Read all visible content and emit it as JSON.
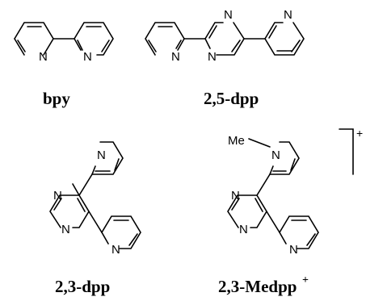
{
  "molecules": {
    "bpy": {
      "label": "bpy",
      "atoms": [
        "N",
        "N"
      ]
    },
    "dpp25": {
      "label": "2,5-dpp",
      "atoms": [
        "N",
        "N",
        "N",
        "N"
      ]
    },
    "dpp23": {
      "label": "2,3-dpp",
      "atoms": [
        "N",
        "N",
        "N",
        "N"
      ]
    },
    "medpp23": {
      "label": "2,3-Medpp",
      "superscript": "+",
      "methyl": "Me",
      "atoms": [
        "N",
        "N",
        "N",
        "N"
      ],
      "charge": "+"
    }
  }
}
